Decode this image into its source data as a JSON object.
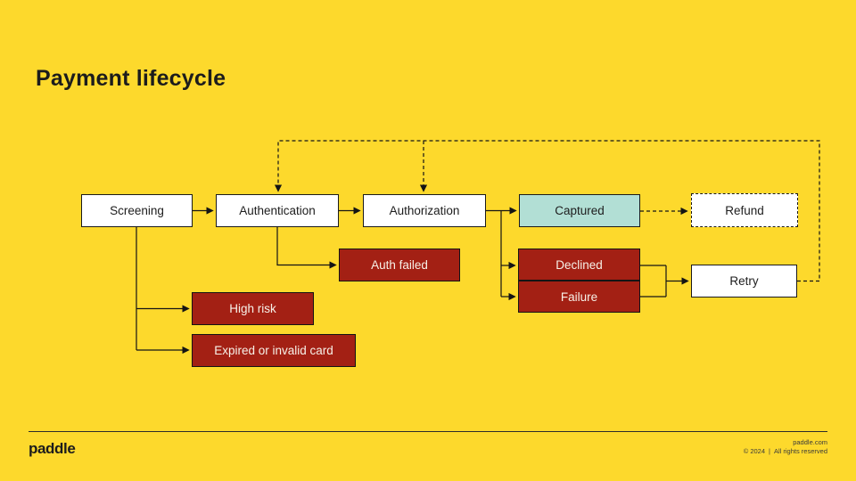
{
  "slide": {
    "title": "Payment lifecycle"
  },
  "colors": {
    "background": "#FDD92C",
    "box_white": "#FFFFFF",
    "box_teal": "#B2DFD5",
    "box_red": "#A32014",
    "line": "#141414",
    "text_dark": "#1d1d1d",
    "text_light": "#F7F1E8"
  },
  "diagram": {
    "nodes": {
      "screening": {
        "label": "Screening",
        "style": "white"
      },
      "authentication": {
        "label": "Authentication",
        "style": "white"
      },
      "authorization": {
        "label": "Authorization",
        "style": "white"
      },
      "captured": {
        "label": "Captured",
        "style": "teal"
      },
      "refund": {
        "label": "Refund",
        "style": "white-dashed"
      },
      "auth_failed": {
        "label": "Auth failed",
        "style": "red"
      },
      "high_risk": {
        "label": "High risk",
        "style": "red"
      },
      "expired_card": {
        "label": "Expired or invalid card",
        "style": "red"
      },
      "declined": {
        "label": "Declined",
        "style": "red"
      },
      "failure": {
        "label": "Failure",
        "style": "red"
      },
      "retry": {
        "label": "Retry",
        "style": "white"
      }
    },
    "edges": [
      {
        "from": "screening",
        "to": "authentication",
        "style": "solid"
      },
      {
        "from": "authentication",
        "to": "authorization",
        "style": "solid"
      },
      {
        "from": "authorization",
        "to": "captured",
        "style": "solid"
      },
      {
        "from": "authorization",
        "to": "declined",
        "style": "solid"
      },
      {
        "from": "authorization",
        "to": "failure",
        "style": "solid"
      },
      {
        "from": "authentication",
        "to": "auth_failed",
        "style": "solid"
      },
      {
        "from": "screening",
        "to": "high_risk",
        "style": "solid"
      },
      {
        "from": "screening",
        "to": "expired_card",
        "style": "solid"
      },
      {
        "from": "declined",
        "to": "retry",
        "style": "solid"
      },
      {
        "from": "failure",
        "to": "retry",
        "style": "solid"
      },
      {
        "from": "captured",
        "to": "refund",
        "style": "dashed"
      },
      {
        "from": "retry",
        "to": "authentication",
        "style": "dashed"
      },
      {
        "from": "retry",
        "to": "authorization",
        "style": "dashed"
      }
    ]
  },
  "footer": {
    "logo": "paddle",
    "website": "paddle.com",
    "copyright": "© 2024",
    "separator": "|",
    "rights": "All rights reserved"
  }
}
